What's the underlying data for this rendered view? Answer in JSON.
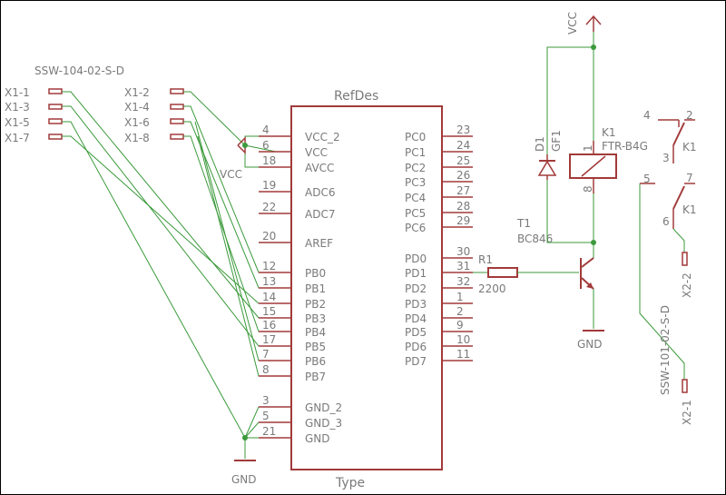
{
  "connector1": {
    "name": "SSW-104-02-S-D",
    "left_pins": [
      "X1-1",
      "X1-3",
      "X1-5",
      "X1-7"
    ],
    "right_pins": [
      "X1-2",
      "X1-4",
      "X1-6",
      "X1-8"
    ]
  },
  "mcu": {
    "refdes": "RefDes",
    "type": "Type",
    "left_pins": [
      {
        "num": "4",
        "name": "VCC_2"
      },
      {
        "num": "6",
        "name": "VCC"
      },
      {
        "num": "18",
        "name": "AVCC"
      },
      {
        "num": "19",
        "name": "ADC6"
      },
      {
        "num": "22",
        "name": "ADC7"
      },
      {
        "num": "20",
        "name": "AREF"
      },
      {
        "num": "12",
        "name": "PB0"
      },
      {
        "num": "13",
        "name": "PB1"
      },
      {
        "num": "14",
        "name": "PB2"
      },
      {
        "num": "15",
        "name": "PB3"
      },
      {
        "num": "16",
        "name": "PB4"
      },
      {
        "num": "17",
        "name": "PB5"
      },
      {
        "num": "7",
        "name": "PB6"
      },
      {
        "num": "8",
        "name": "PB7"
      },
      {
        "num": "3",
        "name": "GND_2"
      },
      {
        "num": "5",
        "name": "GND_3"
      },
      {
        "num": "21",
        "name": "GND"
      }
    ],
    "right_pins": [
      {
        "num": "23",
        "name": "PC0"
      },
      {
        "num": "24",
        "name": "PC1"
      },
      {
        "num": "25",
        "name": "PC2"
      },
      {
        "num": "26",
        "name": "PC3"
      },
      {
        "num": "27",
        "name": "PC4"
      },
      {
        "num": "28",
        "name": "PC5"
      },
      {
        "num": "29",
        "name": "PC6"
      },
      {
        "num": "30",
        "name": "PD0"
      },
      {
        "num": "31",
        "name": "PD1"
      },
      {
        "num": "32",
        "name": "PD2"
      },
      {
        "num": "1",
        "name": "PD3"
      },
      {
        "num": "2",
        "name": "PD4"
      },
      {
        "num": "9",
        "name": "PD5"
      },
      {
        "num": "10",
        "name": "PD6"
      },
      {
        "num": "11",
        "name": "PD7"
      }
    ]
  },
  "power": {
    "vcc_label": "VCC",
    "vcc_top_label": "VCC",
    "gnd_label": "GND",
    "gnd_transistor_label": "GND"
  },
  "resistor": {
    "name": "R1",
    "value": "2200"
  },
  "transistor": {
    "name": "T1",
    "value": "BC846"
  },
  "diode": {
    "name": "D1",
    "value": "GF1"
  },
  "relay": {
    "name": "K1",
    "value": "FTR-B4G",
    "coil_pin_top": "1",
    "coil_pin_bottom": "8",
    "contact1": {
      "pin_a": "4",
      "pin_b": "2",
      "pin_c": "3",
      "label": "K1"
    },
    "contact2": {
      "pin_a": "5",
      "pin_b": "7",
      "pin_c": "6",
      "label": "K1"
    }
  },
  "connector2": {
    "name": "SSW-101-02-S-D",
    "pin1": "X2-1",
    "pin2": "X2-2"
  }
}
